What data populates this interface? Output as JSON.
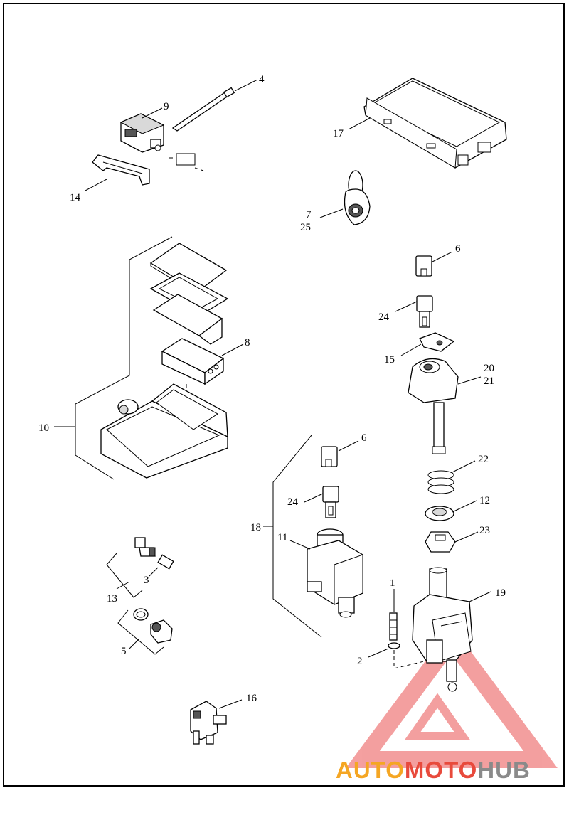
{
  "callouts": {
    "c1": "1",
    "c2": "2",
    "c3": "3",
    "c4": "4",
    "c5": "5",
    "c6a": "6",
    "c6b": "6",
    "c7": "7",
    "c25": "25",
    "c8": "8",
    "c9": "9",
    "c10": "10",
    "c11": "11",
    "c12": "12",
    "c13": "13",
    "c14": "14",
    "c15": "15",
    "c16": "16",
    "c17": "17",
    "c18": "18",
    "c19": "19",
    "c20": "20",
    "c21": "21",
    "c22": "22",
    "c23": "23",
    "c24a": "24",
    "c24b": "24"
  },
  "watermark": {
    "part1": "AUTO",
    "part2": "MOTO",
    "part3": "HUB",
    "color_orange": "#f5a623",
    "color_red": "#e84a3c",
    "color_grey": "#8a8a8a",
    "triangle_color": "#f08080"
  }
}
